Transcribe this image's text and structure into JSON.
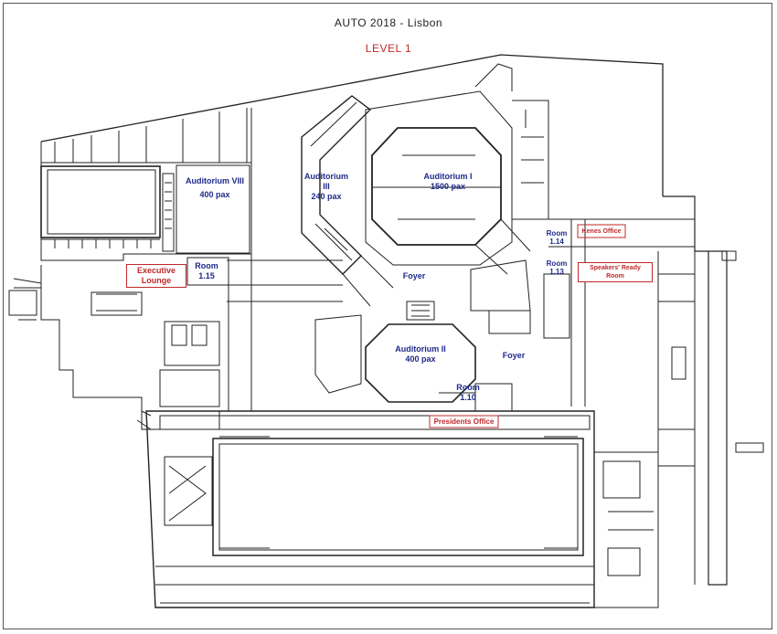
{
  "header": {
    "title": "AUTO 2018 - Lisbon",
    "level": "LEVEL 1"
  },
  "colors": {
    "room_label": "#1e2a8a",
    "office_label": "#c0282b",
    "lines": "#222222"
  },
  "rooms": {
    "auditorium_1": [
      "Auditorium I",
      "1500 pax"
    ],
    "auditorium_2": [
      "Auditorium II",
      "400 pax"
    ],
    "auditorium_3": [
      "Auditorium",
      "III",
      "240 pax"
    ],
    "auditorium_8": [
      "Auditorium VIII",
      "400 pax"
    ],
    "foyer_main": "Foyer",
    "foyer_east": "Foyer",
    "room_115": [
      "Room",
      "1.15"
    ],
    "room_114": [
      "Room",
      "1.14"
    ],
    "room_113": [
      "Room",
      "1.13"
    ],
    "room_110": [
      "Room",
      "1.10"
    ]
  },
  "offices": {
    "executive_lounge": [
      "Executive",
      "Lounge"
    ],
    "kenes_office": "Kenes Office",
    "speakers_ready_room": [
      "Speakers' Ready",
      "Room"
    ],
    "presidents_office": "Presidents Office"
  }
}
